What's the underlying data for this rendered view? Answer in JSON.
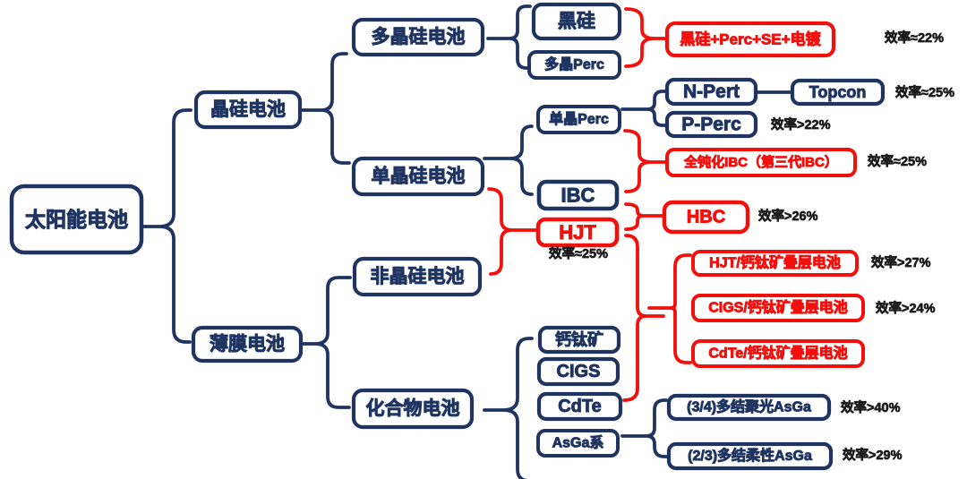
{
  "colors": {
    "navy": "#1f3461",
    "red": "#f2100d",
    "label_ink": "#1c1c1c",
    "background": "#ffffff"
  },
  "nodes": [
    {
      "id": "root",
      "label": "太阳能电池",
      "color": "navy"
    },
    {
      "id": "jinggui",
      "label": "晶硅电池",
      "color": "navy"
    },
    {
      "id": "bomo",
      "label": "薄膜电池",
      "color": "navy"
    },
    {
      "id": "duojinggui",
      "label": "多晶硅电池",
      "color": "navy"
    },
    {
      "id": "danjinggui",
      "label": "单晶硅电池",
      "color": "navy"
    },
    {
      "id": "feijinggui",
      "label": "非晶硅电池",
      "color": "navy"
    },
    {
      "id": "huahewu",
      "label": "化合物电池",
      "color": "navy"
    },
    {
      "id": "heigui",
      "label": "黑硅",
      "color": "navy"
    },
    {
      "id": "duojing-perc",
      "label": "多晶Perc",
      "color": "navy"
    },
    {
      "id": "danjing-perc",
      "label": "单晶Perc",
      "color": "navy"
    },
    {
      "id": "ibc",
      "label": "IBC",
      "color": "navy"
    },
    {
      "id": "hjt",
      "label": "HJT",
      "color": "red"
    },
    {
      "id": "gaitaikuang",
      "label": "钙钛矿",
      "color": "navy"
    },
    {
      "id": "cigs",
      "label": "CIGS",
      "color": "navy"
    },
    {
      "id": "cdte",
      "label": "CdTe",
      "color": "navy"
    },
    {
      "id": "asga",
      "label": "AsGa系",
      "color": "navy"
    },
    {
      "id": "npert",
      "label": "N-Pert",
      "color": "navy"
    },
    {
      "id": "topcon",
      "label": "Topcon",
      "color": "navy"
    },
    {
      "id": "pperc",
      "label": "P-Perc",
      "color": "navy"
    },
    {
      "id": "heigui-perc-se-diandu",
      "label": "黑硅+Perc+SE+电镀",
      "color": "red"
    },
    {
      "id": "quandunhua-ibc",
      "label": "全钝化IBC（第三代IBC）",
      "color": "red"
    },
    {
      "id": "hbc",
      "label": "HBC",
      "color": "red"
    },
    {
      "id": "hjt-tandem",
      "label": "HJT/钙钛矿叠层电池",
      "color": "red"
    },
    {
      "id": "cigs-tandem",
      "label": "CIGS/钙钛矿叠层电池",
      "color": "red"
    },
    {
      "id": "cdte-tandem",
      "label": "CdTe/钙钛矿叠层电池",
      "color": "red"
    },
    {
      "id": "asga-34",
      "label": "(3/4)多结聚光AsGa",
      "color": "navy"
    },
    {
      "id": "asga-23",
      "label": "(2/3)多结柔性AsGa",
      "color": "navy"
    }
  ],
  "efficiency_labels": [
    {
      "id": "eff-heigui-perc",
      "text": "效率≈22%"
    },
    {
      "id": "eff-topcon",
      "text": "效率≈25%"
    },
    {
      "id": "eff-pperc",
      "text": "效率>22%"
    },
    {
      "id": "eff-quandunhua",
      "text": "效率≈25%"
    },
    {
      "id": "eff-hbc",
      "text": "效率>26%"
    },
    {
      "id": "eff-hjt",
      "text": "效率≈25%"
    },
    {
      "id": "eff-hjt-tandem",
      "text": "效率>27%"
    },
    {
      "id": "eff-cigs-tandem",
      "text": "效率>24%"
    },
    {
      "id": "eff-asga-34",
      "text": "效率>40%"
    },
    {
      "id": "eff-asga-23",
      "text": "效率>29%"
    }
  ],
  "tree": {
    "root": "太阳能电池",
    "children": [
      {
        "label": "晶硅电池",
        "children": [
          {
            "label": "多晶硅电池",
            "children": [
              {
                "label": "黑硅"
              },
              {
                "label": "多晶Perc"
              },
              {
                "label": "黑硅+Perc+SE+电镀",
                "efficiency": "效率≈22%",
                "merged_from": [
                  "黑硅",
                  "多晶Perc"
                ]
              }
            ]
          },
          {
            "label": "单晶硅电池",
            "children": [
              {
                "label": "单晶Perc",
                "children": [
                  {
                    "label": "N-Pert",
                    "children": [
                      {
                        "label": "Topcon",
                        "efficiency": "效率≈25%"
                      }
                    ]
                  },
                  {
                    "label": "P-Perc",
                    "efficiency": "效率>22%"
                  }
                ]
              },
              {
                "label": "IBC"
              },
              {
                "label": "全钝化IBC（第三代IBC）",
                "efficiency": "效率≈25%",
                "merged_from": [
                  "单晶Perc",
                  "IBC"
                ]
              }
            ]
          }
        ]
      },
      {
        "label": "薄膜电池",
        "children": [
          {
            "label": "非晶硅电池"
          },
          {
            "label": "化合物电池",
            "children": [
              {
                "label": "钙钛矿"
              },
              {
                "label": "CIGS"
              },
              {
                "label": "CdTe"
              },
              {
                "label": "AsGa系",
                "children": [
                  {
                    "label": "(3/4)多结聚光AsGa",
                    "efficiency": "效率>40%"
                  },
                  {
                    "label": "(2/3)多结柔性AsGa",
                    "efficiency": "效率>29%"
                  }
                ]
              }
            ]
          }
        ]
      },
      {
        "label": "HJT",
        "efficiency": "效率≈25%",
        "merged_from": [
          "单晶硅电池",
          "非晶硅电池"
        ],
        "children": [
          {
            "label": "HBC",
            "efficiency": "效率>26%",
            "merged_from": [
              "IBC",
              "HJT"
            ]
          },
          {
            "merged_from": [
              "HJT",
              "CdTe"
            ],
            "children": [
              {
                "label": "HJT/钙钛矿叠层电池",
                "efficiency": "效率>27%"
              },
              {
                "label": "CIGS/钙钛矿叠层电池",
                "efficiency": "效率>24%"
              },
              {
                "label": "CdTe/钙钛矿叠层电池"
              }
            ]
          }
        ]
      }
    ]
  }
}
